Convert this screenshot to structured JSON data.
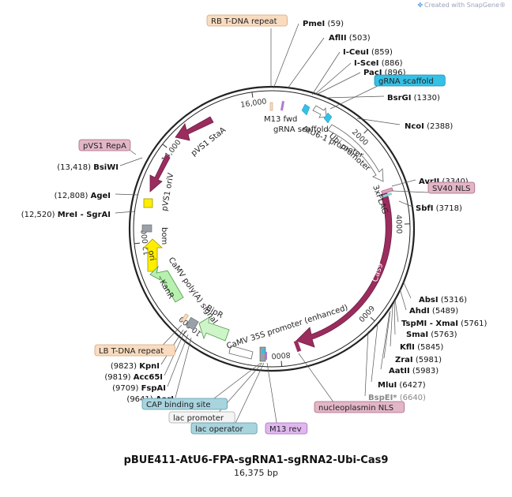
{
  "credit": "Created with SnapGene®",
  "title": "pBUE411-AtU6-FPA-sgRNA1-sgRNA2-Ubi-Cas9",
  "length_label": "16,375 bp",
  "ticks": [
    {
      "label": "2000",
      "pos": 2000
    },
    {
      "label": "4000",
      "pos": 4000
    },
    {
      "label": "6000",
      "pos": 6000
    },
    {
      "label": "8000",
      "pos": 8000
    },
    {
      "label": "10,000",
      "pos": 10000
    },
    {
      "label": "12,000",
      "pos": 12000
    },
    {
      "label": "14,000",
      "pos": 14000
    },
    {
      "label": "16,000",
      "pos": 16000
    }
  ],
  "enzymes_right": [
    {
      "name": "PmeI",
      "pos": "(59)"
    },
    {
      "name": "AflII",
      "pos": "(503)"
    },
    {
      "name": "I-CeuI",
      "pos": "(859)"
    },
    {
      "name": "I-SceI",
      "pos": "(886)"
    },
    {
      "name": "PacI",
      "pos": "(896)"
    },
    {
      "name": "BsrGI",
      "pos": "(1330)"
    },
    {
      "name": "NcoI",
      "pos": "(2388)"
    },
    {
      "name": "AvrII",
      "pos": "(3340)"
    },
    {
      "name": "SbfI",
      "pos": "(3718)"
    },
    {
      "name": "AbsI",
      "pos": "(5316)"
    },
    {
      "name": "AhdI",
      "pos": "(5489)"
    },
    {
      "name": "TspMI - XmaI",
      "pos": "(5761)"
    },
    {
      "name": "SmaI",
      "pos": "(5763)"
    },
    {
      "name": "KflI",
      "pos": "(5845)"
    },
    {
      "name": "ZraI",
      "pos": "(5981)"
    },
    {
      "name": "AatII",
      "pos": "(5983)"
    },
    {
      "name": "MluI",
      "pos": "(6427)"
    },
    {
      "name": "BspEI*",
      "pos": "(6640)"
    }
  ],
  "enzymes_left": [
    {
      "name": "BsiWI",
      "pos": "(13,418)"
    },
    {
      "name": "AgeI",
      "pos": "(12,808)"
    },
    {
      "name": "MreI - SgrAI",
      "pos": "(12,520)"
    },
    {
      "name": "KpnI",
      "pos": "(9823)"
    },
    {
      "name": "Acc65I",
      "pos": "(9819)"
    },
    {
      "name": "FspAI",
      "pos": "(9709)"
    },
    {
      "name": "AarI",
      "pos": "(9641)"
    }
  ],
  "boxed_labels": [
    {
      "text": "RB T-DNA repeat",
      "color": "#f9dcc0",
      "border": "#d7a57a"
    },
    {
      "text": "gRNA scaffold",
      "color": "#35c0e6",
      "border": "#1f8fb0"
    },
    {
      "text": "SV40 NLS",
      "color": "#e2b6c6",
      "border": "#a86680"
    },
    {
      "text": "pVS1 RepA",
      "color": "#e2b6c6",
      "border": "#a86680"
    },
    {
      "text": "LB T-DNA repeat",
      "color": "#f9dcc0",
      "border": "#d7a57a"
    },
    {
      "text": "CAP binding site",
      "color": "#a8d4de",
      "border": "#5c98a8"
    },
    {
      "text": "lac promoter",
      "color": "#f4f4f4",
      "border": "#aaaaaa"
    },
    {
      "text": "lac operator",
      "color": "#a8d4de",
      "border": "#5c98a8"
    },
    {
      "text": "M13 rev",
      "color": "#e0b6ef",
      "border": "#a66bc0"
    },
    {
      "text": "nucleoplasmin NLS",
      "color": "#e2b6c6",
      "border": "#a86680"
    }
  ],
  "features": {
    "m13_fwd": "M13 fwd",
    "grna_scaffold_inner": "gRNA scaffold",
    "atu6": "AtU6-1 promoter",
    "ubi": "Ubi promoter",
    "flag": "3xFLAG",
    "cas9": "Cas9",
    "camv35s": "CaMV 35S promoter (enhanced)",
    "bipr": "BipR",
    "camv_polya": "CaMV poly(A) signal",
    "kanr": "KanR",
    "ori": "ori",
    "bom": "bom",
    "pvs1_oriv": "pVS1 oriV",
    "pvs1_staa": "pVS1 StaA"
  },
  "colors": {
    "cas9": "#9b2c5e",
    "staa": "#9b2c5e",
    "oriv": "#9b2c5e",
    "ori": "#ffee00",
    "kanr": "#b8f0b0",
    "bipr": "#cef5c8",
    "grey": "#9aa0a8",
    "cyan": "#35c0e6",
    "ring": "#222222"
  }
}
